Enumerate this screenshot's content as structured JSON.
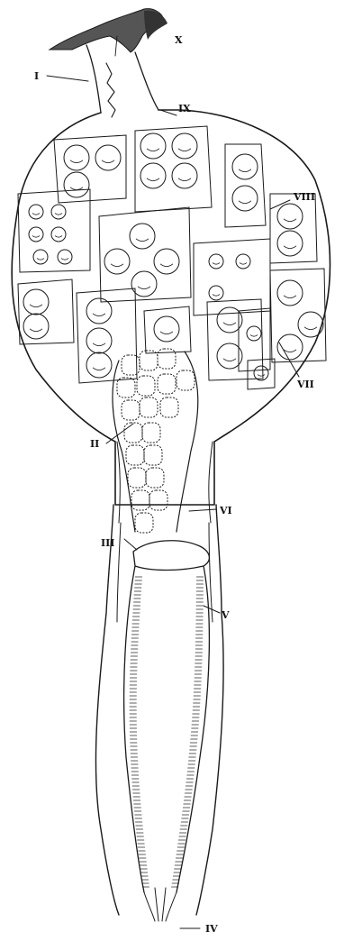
{
  "figure": {
    "labels": {
      "i": "I",
      "ii": "II",
      "iii": "III",
      "iv": "IV",
      "v": "V",
      "vi": "VI",
      "vii": "VII",
      "viii": "VIII",
      "ix": "IX",
      "x": "X"
    }
  },
  "colors": {
    "ink": "#1a1a1a",
    "paper": "#ffffff"
  }
}
